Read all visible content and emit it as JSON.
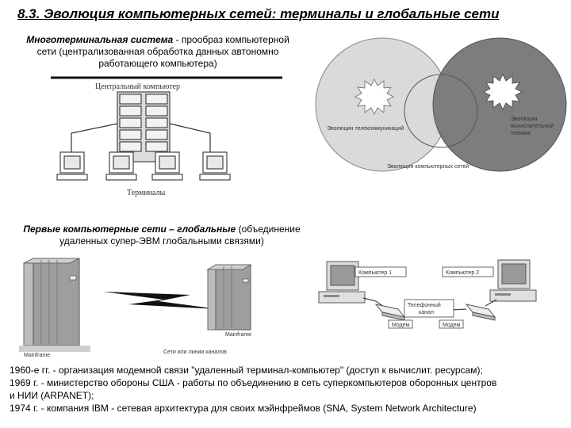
{
  "header": {
    "title": "8.3. Эволюция компьютерных сетей: терминалы и глобальные сети"
  },
  "section1": {
    "term": "Многотерминальная система",
    "rest": " - прообраз компьютерной",
    "line2": "сети (централизованная обработка данных автономно",
    "line3": "работающего компьютера)"
  },
  "diagram1": {
    "central_label": "Центральный компьютер",
    "terminals_label": "Терминалы"
  },
  "venn": {
    "left_label": "Эволюция телекоммуникаций",
    "right_label_1": "Эволюция",
    "right_label_2": "вычислительной",
    "right_label_3": "техники",
    "bottom_label": "Эволюция компьютерных сетей"
  },
  "section2": {
    "term": "Первые компьютерные сети – глобальные",
    "rest": " (объединение",
    "line2": "удаленных супер-ЭВМ глобальными связями)"
  },
  "mainframes": {
    "label_left": "Mainframe",
    "label_right": "Mainframe",
    "network_label": "Сети или линии каналов"
  },
  "modem_diagram": {
    "computer1": "Компьютер 1",
    "computer2": "Компьютер 2",
    "channel_1": "Телефонный",
    "channel_2": "канал",
    "modem_left": "Модем",
    "modem_right": "Модем"
  },
  "history": {
    "line1": "1960-е гг. - организация модемной связи \"удаленный терминал-компьютер\" (доступ к вычислит. ресурсам);",
    "line2": "1969 г. - министерство обороны США - работы по объединению в сеть суперкомпьютеров оборонных центров",
    "line3": "и НИИ (ARPANET);",
    "line4": "1974 г. - компания IBM - сетевая архитектура для своих мэйнфреймов (SNA, System Network Architecture)"
  }
}
